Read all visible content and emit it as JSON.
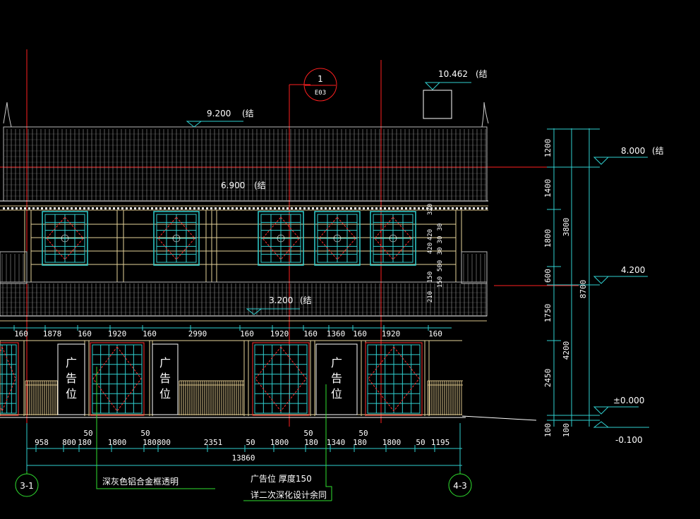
{
  "drawing": {
    "title_marker": {
      "number": "1",
      "sheet": "E03"
    },
    "elevations": {
      "top": "10.462",
      "top_suffix": "(结",
      "ridge": "9.200",
      "ridge_suffix": "(结",
      "eave": "6.900",
      "eave_suffix": "(结",
      "canopy": "3.200",
      "canopy_suffix": "(结",
      "right_top": "8.000",
      "right_top_suffix": "(结",
      "right_mid": "4.200",
      "ground": "±0.000",
      "below_ground": "-0.100"
    },
    "top_dims": [
      "160",
      "1878",
      "160",
      "1920",
      "160",
      "2990",
      "160",
      "1920",
      "160",
      "1360",
      "160",
      "1920",
      "160"
    ],
    "bottom_dims": [
      "958",
      "800",
      "180",
      "1800",
      "180",
      "800",
      "2351",
      "50",
      "1800",
      "180",
      "1340",
      "180",
      "1800",
      "50",
      "1195"
    ],
    "bottom_dims_upper": [
      "50",
      "50",
      "50",
      "50"
    ],
    "total_width": "13860",
    "right_dims_inner": [
      "1200",
      "1400",
      "1800",
      "600",
      "1750",
      "2450",
      "100"
    ],
    "right_dims_mid": [
      "3800",
      "4200",
      "100"
    ],
    "right_dims_outer": [
      "8700"
    ],
    "window_dims": [
      "320",
      "420",
      "420",
      "30",
      "30",
      "30",
      "150",
      "500",
      "210",
      "150"
    ],
    "ad_label": [
      "广",
      "告",
      "位"
    ],
    "axis_left": "3-1",
    "axis_right": "4-3",
    "notes": {
      "frame": "深灰色铝合金框透明",
      "ad_spec": "广告位 厚度150",
      "ad_detail": "详二次深化设计余同"
    }
  }
}
